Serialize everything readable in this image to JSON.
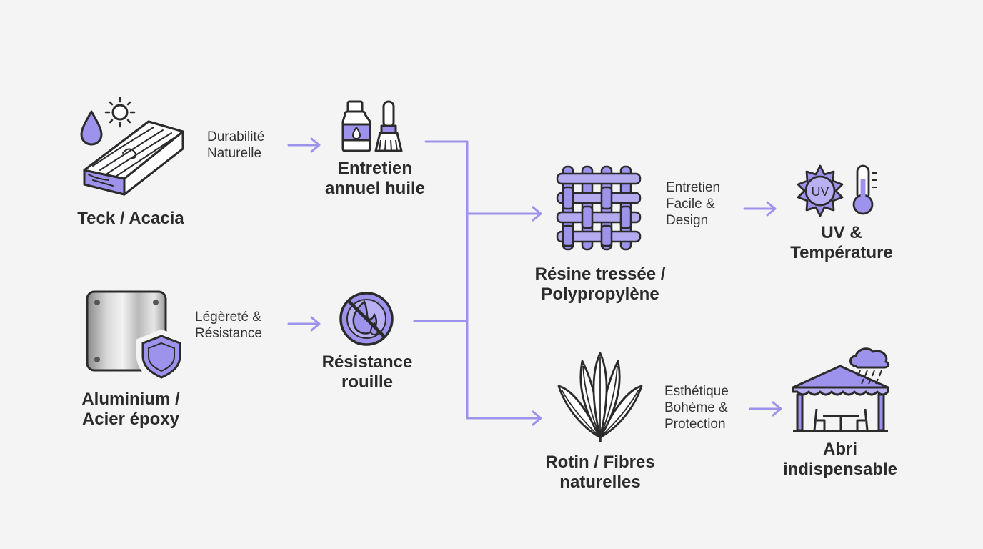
{
  "colors": {
    "accent": "#8f83e8",
    "accent_light": "#9d92ec",
    "outline": "#2b2b2b",
    "background": "#f4f4f4"
  },
  "nodes": {
    "teck": {
      "label": "Teck / Acacia",
      "icon": "wood-plank-icon"
    },
    "alu": {
      "label": "Aluminium / Acier époxy",
      "icon": "metal-plate-shield-icon"
    },
    "oil": {
      "label": "Entretien annuel huile",
      "icon": "oil-bottle-brush-icon"
    },
    "rust": {
      "label": "Résistance rouille",
      "icon": "no-rust-icon"
    },
    "resin": {
      "label": "Résine tressée / Polypropylène",
      "icon": "woven-resin-icon"
    },
    "rattan": {
      "label": "Rotin / Fibres naturelles",
      "icon": "plant-leaves-icon"
    },
    "uv": {
      "label": "UV & Température",
      "icon": "uv-sun-thermometer-icon"
    },
    "shelter": {
      "label": "Abri indispensable",
      "icon": "gazebo-rain-icon"
    }
  },
  "edges": {
    "teck_oil": "Durabilité Naturelle",
    "alu_rust": "Légèreté & Résistance",
    "resin_uv": "Entretien Facile & Design",
    "rattan_shelter": "Esthétique Bohème & Protection"
  }
}
